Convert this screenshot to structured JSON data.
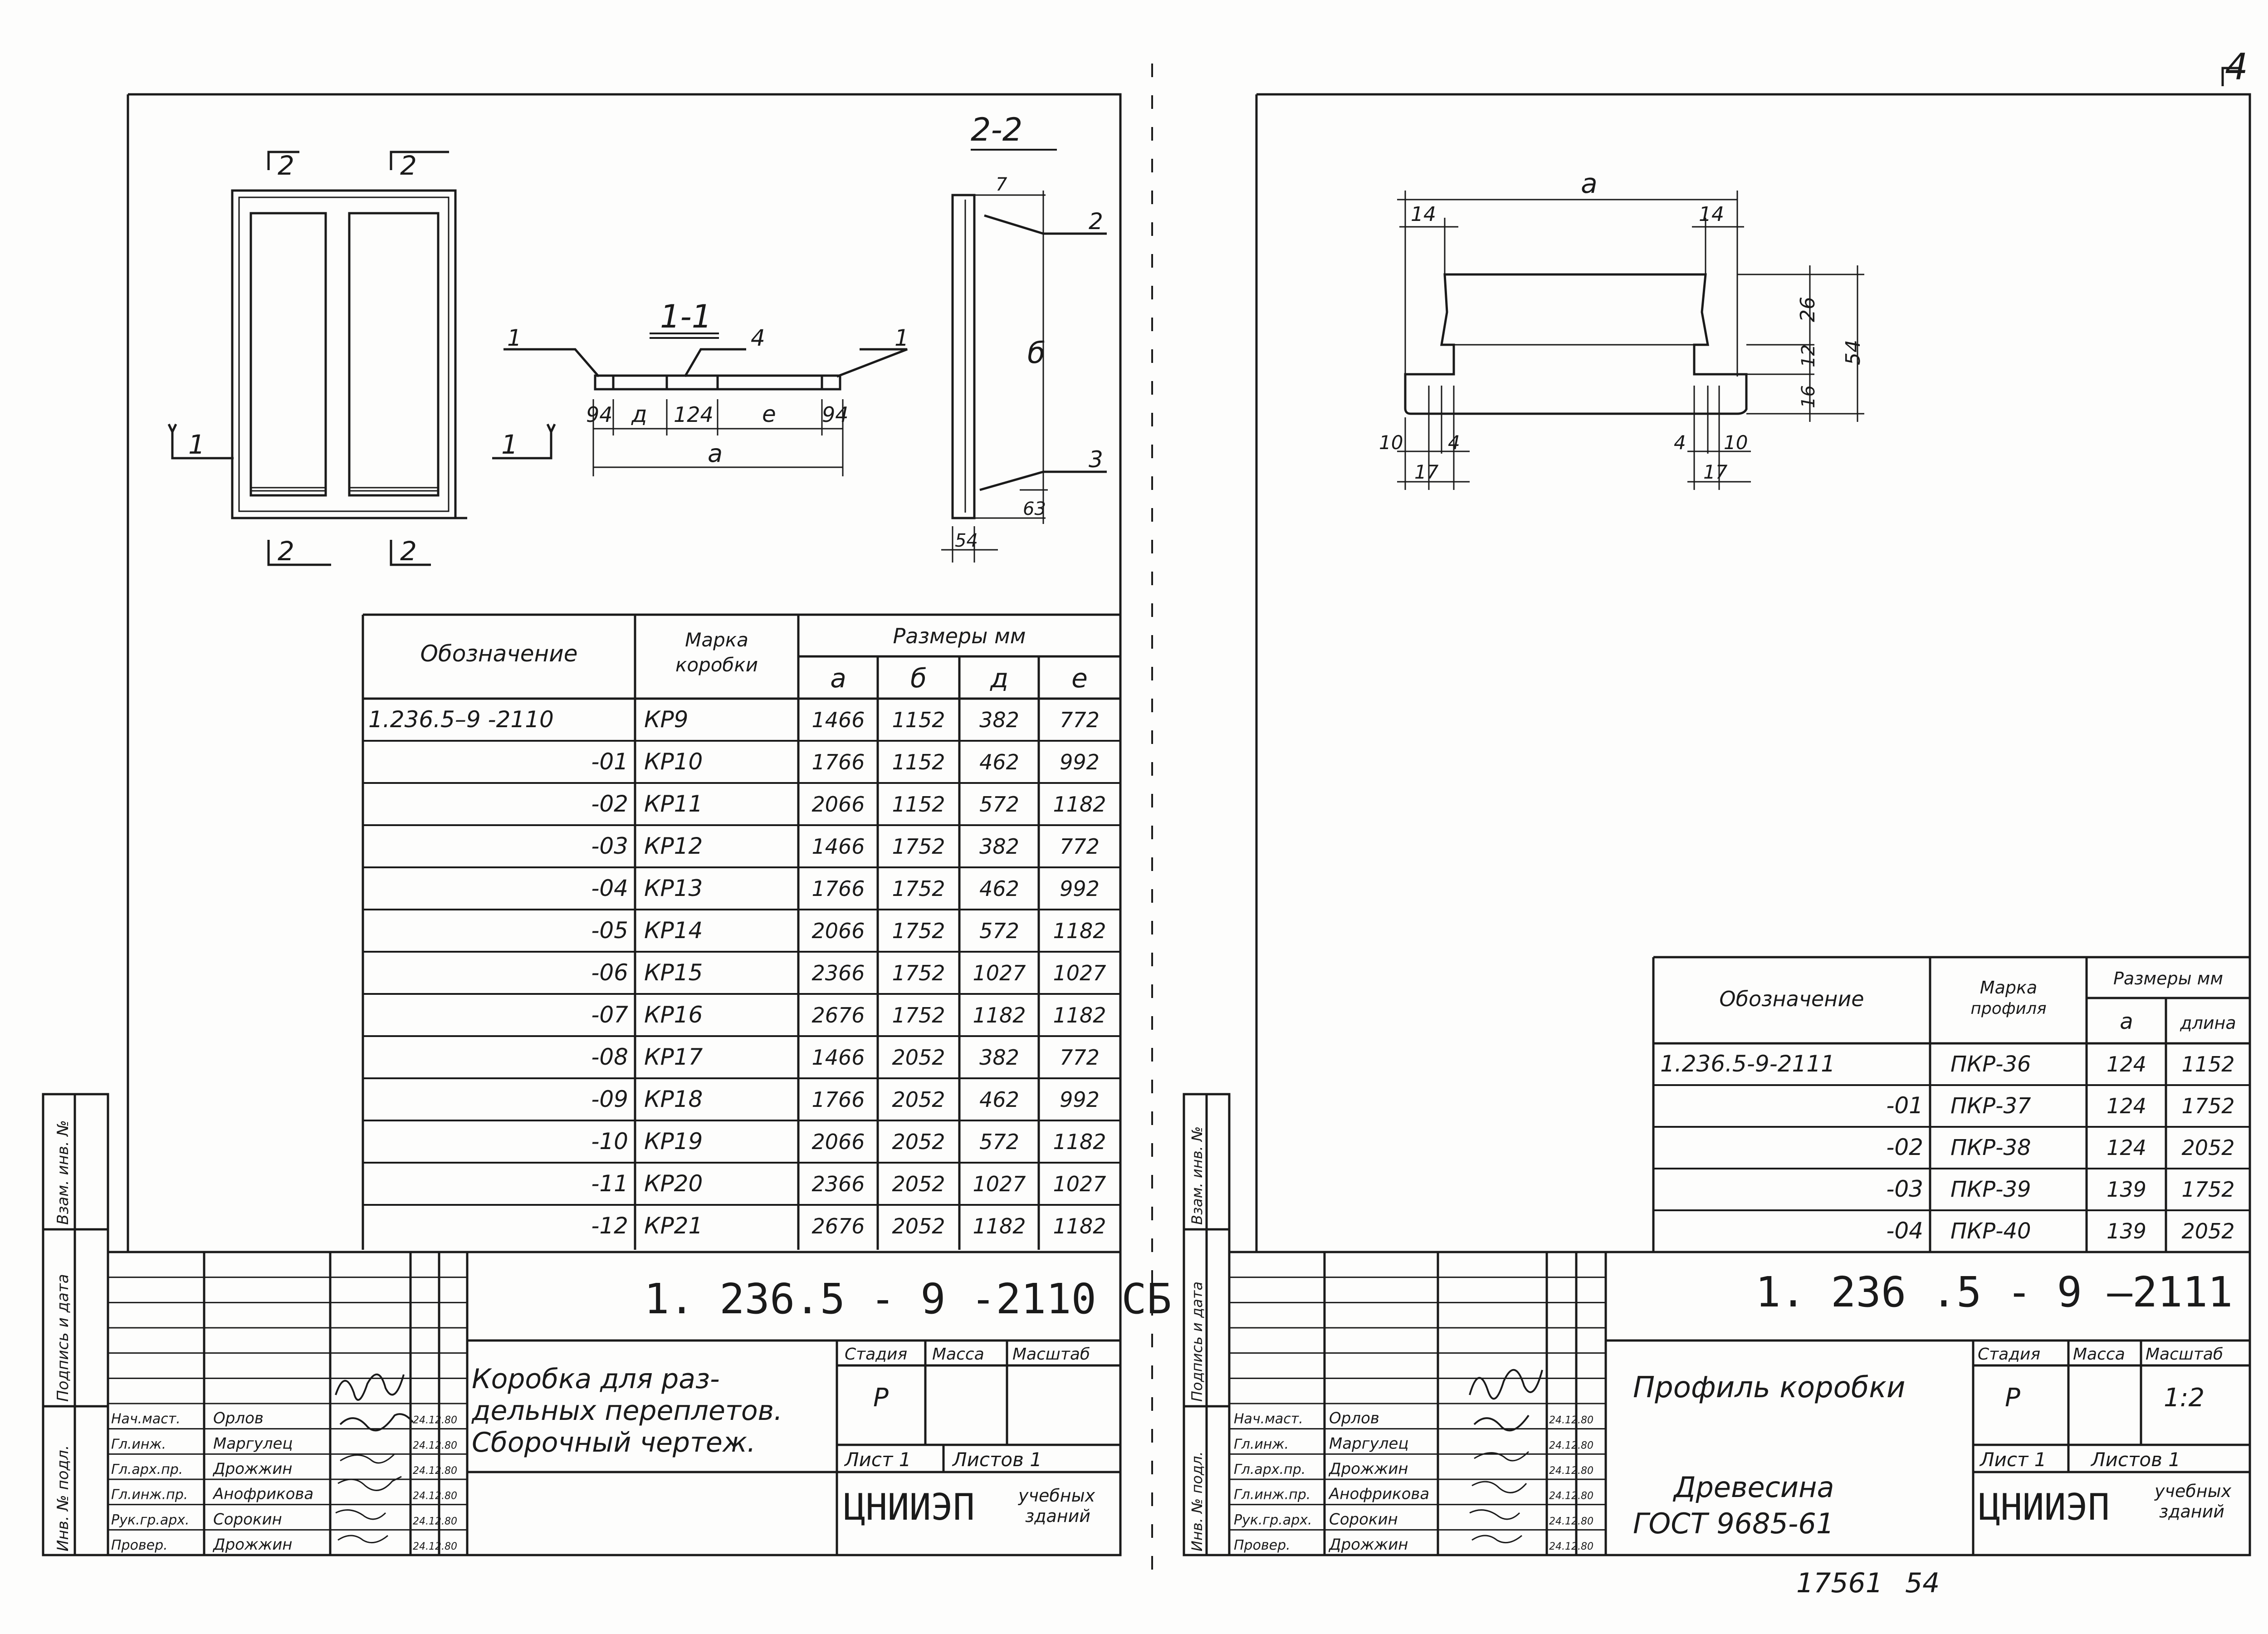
{
  "page_number": "4",
  "archive_number": "17561",
  "archive_copy": "54",
  "left_sheet": {
    "drawing": {
      "section_2_2_title": "2-2",
      "section_1_1_title": "1-1",
      "section_marker_2": "2",
      "section_marker_1": "1",
      "callout_1": "1",
      "callout_2": "2",
      "callout_3": "3",
      "callout_4": "4",
      "dim_94": "94",
      "dim_d": "д",
      "dim_124": "124",
      "dim_e": "е",
      "dim_a": "а",
      "dim_b": "б",
      "dim_7": "7",
      "dim_63": "63",
      "dim_54": "54"
    },
    "table": {
      "header_designation": "Обозначение",
      "header_mark_line1": "Марка",
      "header_mark_line2": "коробки",
      "header_sizes": "Размеры мм",
      "columns": [
        "а",
        "б",
        "д",
        "е"
      ],
      "rows": [
        {
          "designation": "1.236.5–9 -2110",
          "mark": "КР9",
          "a": "1466",
          "b": "1152",
          "d": "382",
          "e": "772"
        },
        {
          "designation": "-01",
          "mark": "КР10",
          "a": "1766",
          "b": "1152",
          "d": "462",
          "e": "992"
        },
        {
          "designation": "-02",
          "mark": "КР11",
          "a": "2066",
          "b": "1152",
          "d": "572",
          "e": "1182"
        },
        {
          "designation": "-03",
          "mark": "КР12",
          "a": "1466",
          "b": "1752",
          "d": "382",
          "e": "772"
        },
        {
          "designation": "-04",
          "mark": "КР13",
          "a": "1766",
          "b": "1752",
          "d": "462",
          "e": "992"
        },
        {
          "designation": "-05",
          "mark": "КР14",
          "a": "2066",
          "b": "1752",
          "d": "572",
          "e": "1182"
        },
        {
          "designation": "-06",
          "mark": "КР15",
          "a": "2366",
          "b": "1752",
          "d": "1027",
          "e": "1027"
        },
        {
          "designation": "-07",
          "mark": "КР16",
          "a": "2676",
          "b": "1752",
          "d": "1182",
          "e": "1182"
        },
        {
          "designation": "-08",
          "mark": "КР17",
          "a": "1466",
          "b": "2052",
          "d": "382",
          "e": "772"
        },
        {
          "designation": "-09",
          "mark": "КР18",
          "a": "1766",
          "b": "2052",
          "d": "462",
          "e": "992"
        },
        {
          "designation": "-10",
          "mark": "КР19",
          "a": "2066",
          "b": "2052",
          "d": "572",
          "e": "1182"
        },
        {
          "designation": "-11",
          "mark": "КР20",
          "a": "2366",
          "b": "2052",
          "d": "1027",
          "e": "1027"
        },
        {
          "designation": "-12",
          "mark": "КР21",
          "a": "2676",
          "b": "2052",
          "d": "1182",
          "e": "1182"
        }
      ]
    },
    "title_block": {
      "code": "1. 236.5 - 9 -2110 СБ",
      "title_line1": "Коробка для раз-",
      "title_line2": "дельных переплетов.",
      "title_line3": "Сборочный чертеж.",
      "stage_header": "Стадия",
      "mass_header": "Масса",
      "scale_header": "Масштаб",
      "stage_value": "Р",
      "sheet_label": "Лист 1",
      "sheets_label": "Листов 1",
      "org_main": "ЦНИИЭП",
      "org_line1": "учебных",
      "org_line2": "зданий",
      "signatures": [
        {
          "role": "Нач.маст.",
          "name": "Орлов",
          "date": "24.12.80"
        },
        {
          "role": "Гл.инж.",
          "name": "Маргулец",
          "date": "24.12.80"
        },
        {
          "role": "Гл.арх.пр.",
          "name": "Дрожжин",
          "date": "24.12.80"
        },
        {
          "role": "Гл.инж.пр.",
          "name": "Анофрикова",
          "date": "24.12.80"
        },
        {
          "role": "Рук.гр.арх.",
          "name": "Сорокин",
          "date": "24.12.80"
        },
        {
          "role": "Провер.",
          "name": "Дрожжин",
          "date": "24.12.80"
        }
      ]
    },
    "side_strip": [
      "Инв. № подл.",
      "Подпись и дата",
      "Взам. инв. №"
    ]
  },
  "right_sheet": {
    "drawing": {
      "dim_a": "а",
      "dim_14_left": "14",
      "dim_14_right": "14",
      "dim_26": "26",
      "dim_12": "12",
      "dim_16": "16",
      "dim_54": "54",
      "dim_10_left": "10",
      "dim_4_left": "4",
      "dim_17_left": "17",
      "dim_4_right": "4",
      "dim_10_right": "10",
      "dim_17_right": "17"
    },
    "table": {
      "header_designation": "Обозначение",
      "header_mark_line1": "Марка",
      "header_mark_line2": "профиля",
      "header_sizes": "Размеры мм",
      "columns": [
        "а",
        "длина"
      ],
      "rows": [
        {
          "designation": "1.236.5-9-2111",
          "mark": "ПКР-36",
          "a": "124",
          "length": "1152"
        },
        {
          "designation": "-01",
          "mark": "ПКР-37",
          "a": "124",
          "length": "1752"
        },
        {
          "designation": "-02",
          "mark": "ПКР-38",
          "a": "124",
          "length": "2052"
        },
        {
          "designation": "-03",
          "mark": "ПКР-39",
          "a": "139",
          "length": "1752"
        },
        {
          "designation": "-04",
          "mark": "ПКР-40",
          "a": "139",
          "length": "2052"
        }
      ]
    },
    "title_block": {
      "code": "1. 236 .5 - 9 –2111",
      "title": "Профиль коробки",
      "material_line1": "Древесина",
      "material_line2": "ГОСТ 9685-61",
      "stage_header": "Стадия",
      "mass_header": "Масса",
      "scale_header": "Масштаб",
      "stage_value": "Р",
      "scale_value": "1:2",
      "sheet_label": "Лист 1",
      "sheets_label": "Листов 1",
      "org_main": "ЦНИИЭП",
      "org_line1": "учебных",
      "org_line2": "зданий",
      "signatures": [
        {
          "role": "Нач.маст.",
          "name": "Орлов",
          "date": "24.12.80"
        },
        {
          "role": "Гл.инж.",
          "name": "Маргулец",
          "date": "24.12.80"
        },
        {
          "role": "Гл.арх.пр.",
          "name": "Дрожжин",
          "date": "24.12.80"
        },
        {
          "role": "Гл.инж.пр.",
          "name": "Анофрикова",
          "date": "24.12.80"
        },
        {
          "role": "Рук.гр.арх.",
          "name": "Сорокин",
          "date": "24.12.80"
        },
        {
          "role": "Провер.",
          "name": "Дрожжин",
          "date": "24.12.80"
        }
      ]
    },
    "side_strip": [
      "Инв. № подл.",
      "Подпись и дата",
      "Взам. инв. №"
    ]
  }
}
